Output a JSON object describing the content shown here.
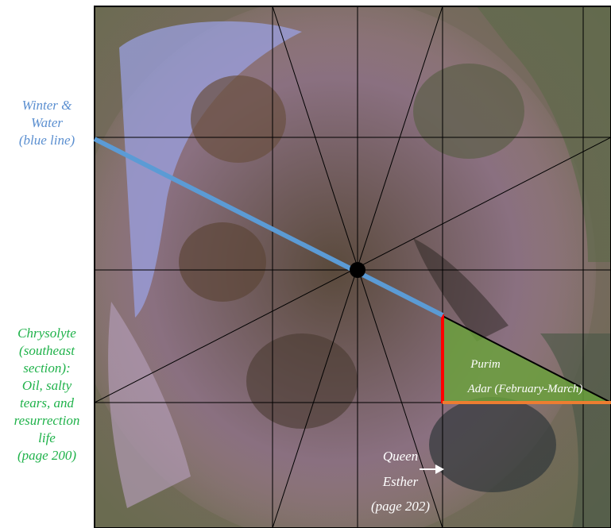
{
  "labels": {
    "winter": [
      "Winter &",
      "Water",
      "(blue line)"
    ],
    "chrysolyte": [
      "Chrysolyte",
      "(southeast",
      "section):",
      "Oil, salty",
      "tears, and",
      "resurrection",
      "life",
      "(page 200)"
    ],
    "purim": "Purim",
    "adar": "Adar (February-March)",
    "queen_esther": [
      "Queen",
      "Esther",
      "(page 202)"
    ]
  },
  "colors": {
    "winter_line": "#5b9bd5",
    "winter_text": "#5b8fd0",
    "chrysolyte_text": "#1fb24a",
    "triangle_fill": "#6aa23a",
    "red_edge": "#ff0000",
    "orange_edge": "#ed7d31"
  },
  "icons": [
    "arrow-right-icon",
    "center-dot-icon"
  ]
}
